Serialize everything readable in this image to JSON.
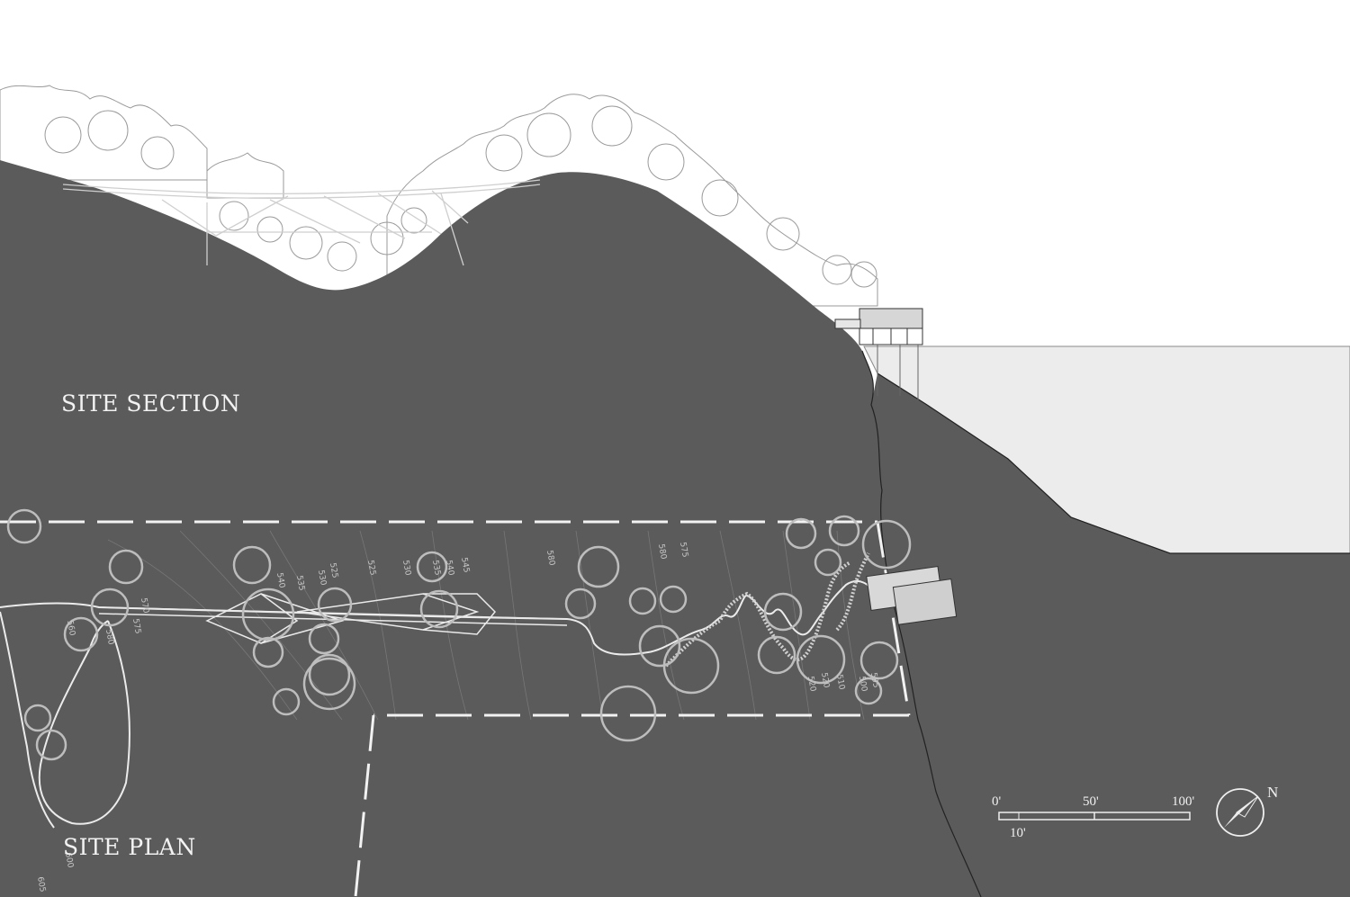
{
  "labels": {
    "section": "SITE SECTION",
    "plan": "SITE PLAN"
  },
  "scale_bar": {
    "tick_0": "0'",
    "tick_50": "50'",
    "tick_100": "100'",
    "sub_tick": "10'"
  },
  "north_arrow": {
    "letter": "N"
  },
  "contour_labels": [
    "570",
    "580",
    "575",
    "560",
    "540",
    "535",
    "530",
    "525",
    "525",
    "530",
    "535",
    "540",
    "545",
    "580",
    "580",
    "575",
    "520",
    "520",
    "510",
    "500",
    "595",
    "600",
    "605"
  ],
  "colors": {
    "ground": "#5b5b5b",
    "water": "#ededed",
    "sky": "#ffffff",
    "linework": "#e6e6e6",
    "tree_circle": "#bdbdbd"
  }
}
